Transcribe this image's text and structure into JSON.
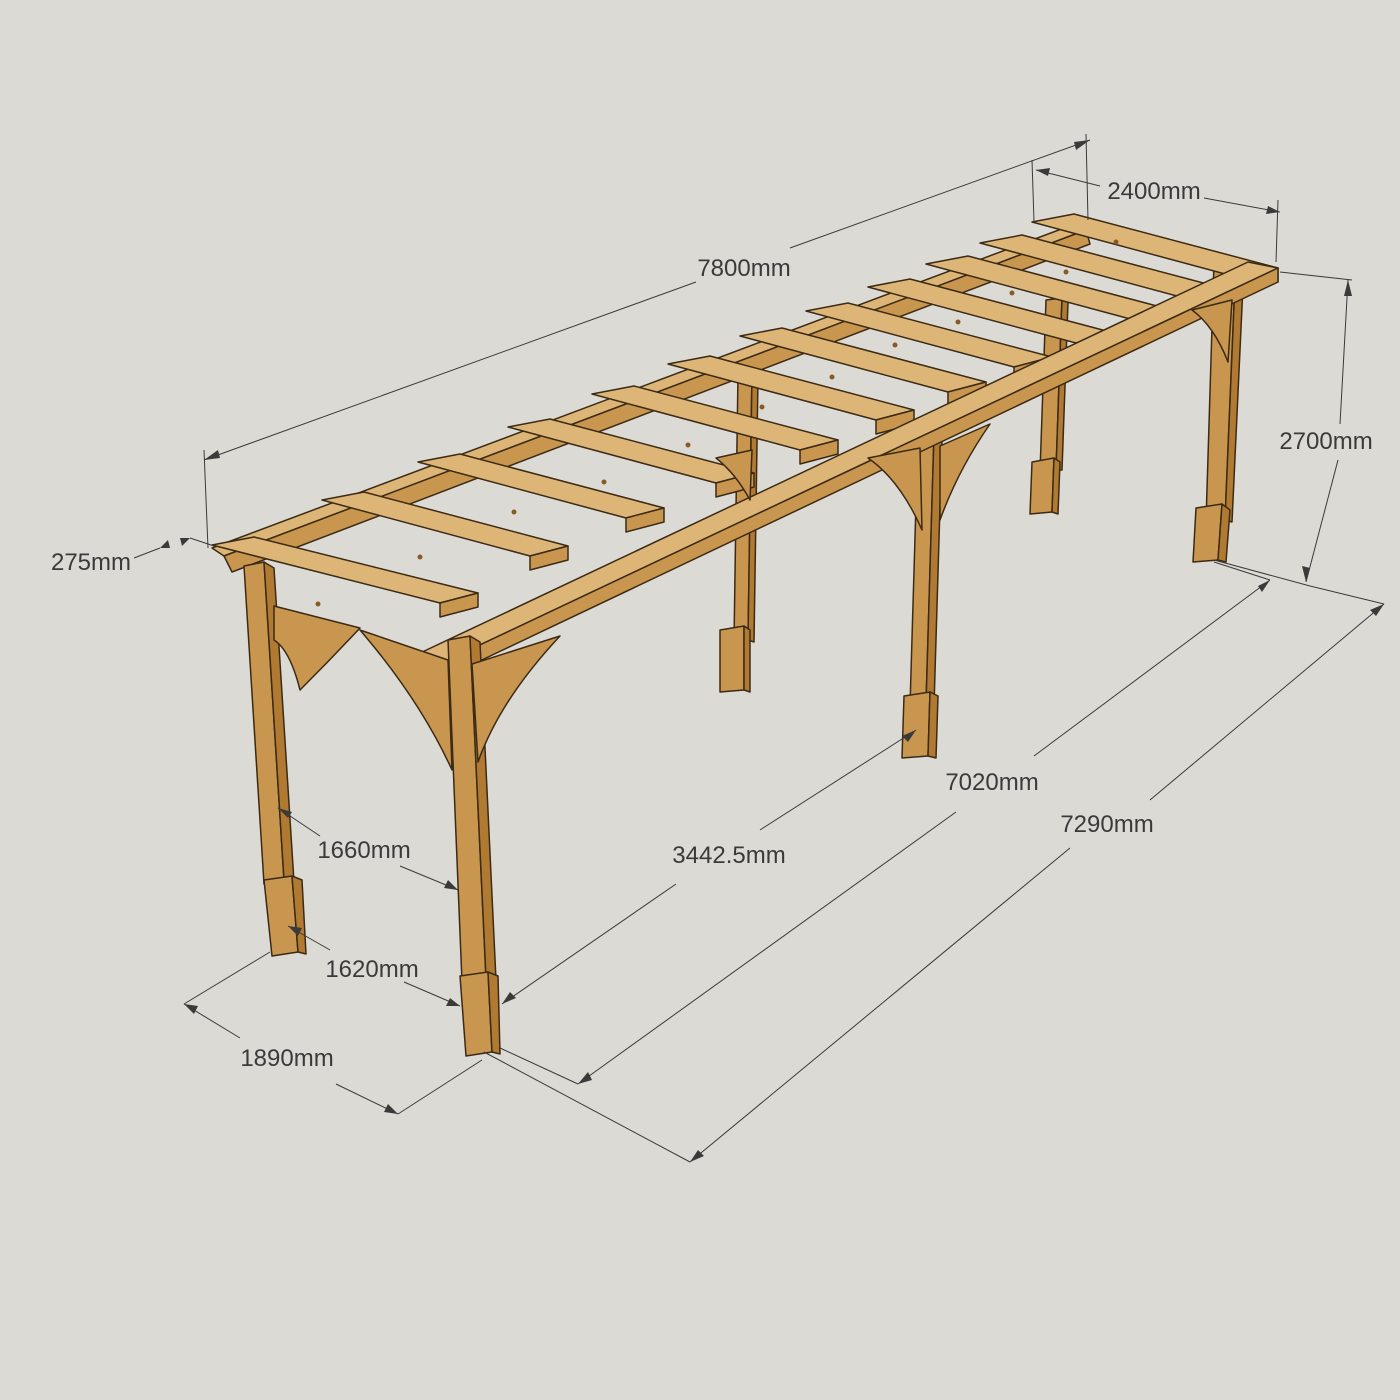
{
  "colors": {
    "background": "#dcdad5",
    "timber_light": "#dcb577",
    "timber_mid": "#c8964e",
    "timber_dark": "#b07a32",
    "outline": "#3b2a14",
    "dimension": "#3a3a3a"
  },
  "dimensions": {
    "overall_length": "7800mm",
    "overall_width": "2400mm",
    "height": "2700mm",
    "overhang": "275mm",
    "post_spacing_inner": "1660mm",
    "post_spacing_outer": "1620mm",
    "end_width": "1890mm",
    "mid_post_distance": "3442.5mm",
    "post_run_inner": "7020mm",
    "post_run_outer": "7290mm"
  }
}
